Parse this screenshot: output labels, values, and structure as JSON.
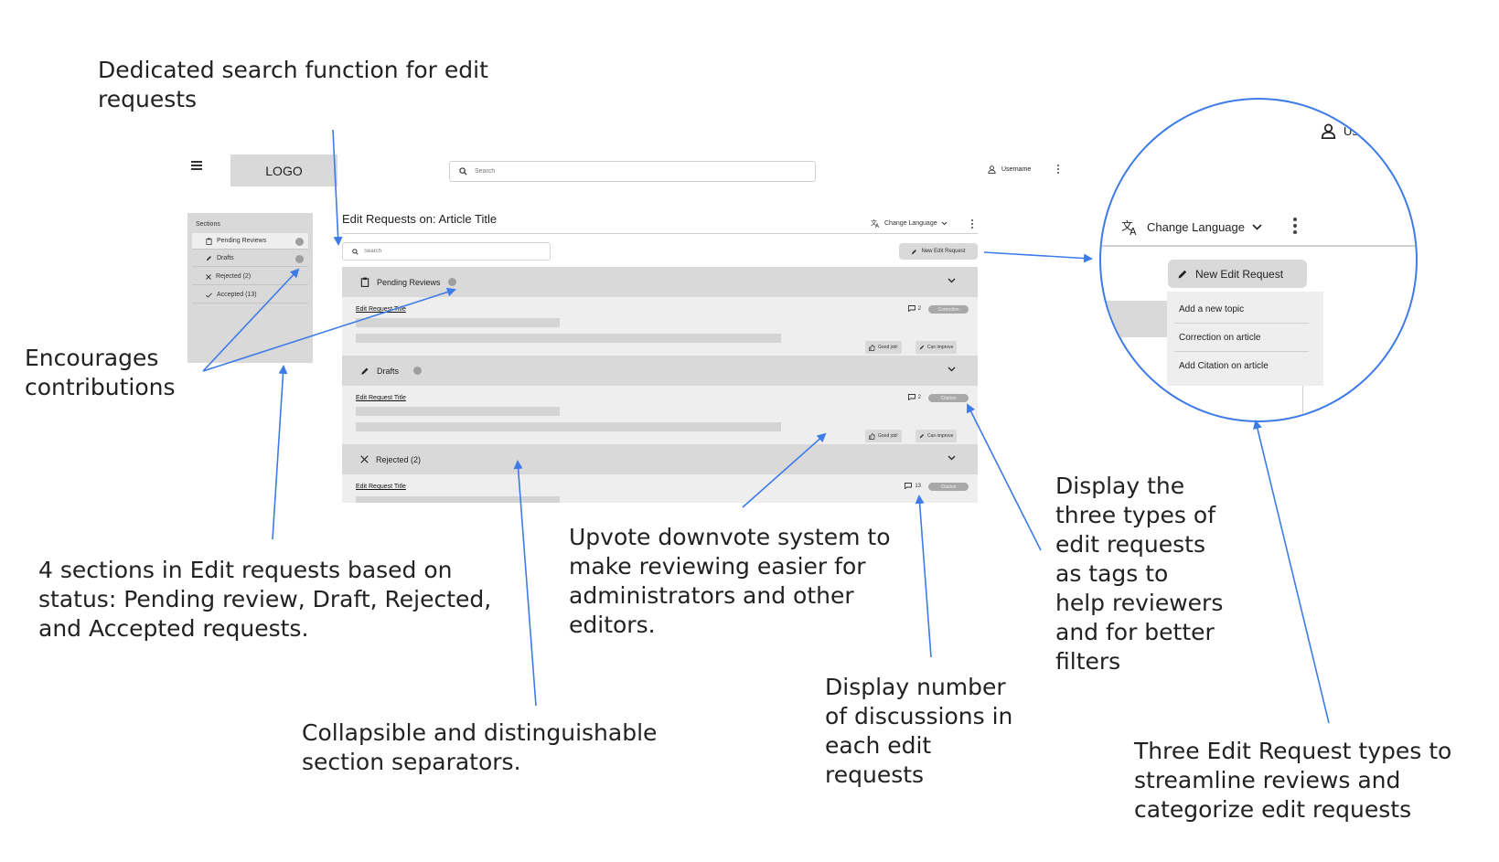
{
  "topbar": {
    "logo": "LOGO",
    "search_placeholder": "Search",
    "username": "Username"
  },
  "sidebar": {
    "title": "Sections",
    "items": [
      {
        "label": "Pending Reviews",
        "icon": "clipboard-icon"
      },
      {
        "label": "Drafts",
        "icon": "pencil-icon"
      },
      {
        "label": "Rejected (2)",
        "icon": "x-icon"
      },
      {
        "label": "Accepted (13)",
        "icon": "check-icon"
      }
    ]
  },
  "main": {
    "title": "Edit Requests on: Article Title",
    "change_language": "Change Language",
    "search_placeholder": "Search",
    "new_request": "New Edit Request",
    "sections": [
      {
        "label": "Pending Reviews",
        "request": {
          "title": "Edit Request Title",
          "discussions": "2",
          "tag": "Correction"
        }
      },
      {
        "label": "Drafts",
        "request": {
          "title": "Edit Request Title",
          "discussions": "2",
          "tag": "Citation"
        }
      },
      {
        "label": "Rejected (2)",
        "request": {
          "title": "Edit Request Title",
          "discussions": "13",
          "tag": "Citation"
        }
      }
    ],
    "vote_up": "Good job!",
    "vote_down": "Can improve"
  },
  "zoom": {
    "username_fragment": "Us",
    "change_language": "Change Language",
    "new_request": "New Edit Request",
    "menu": [
      "Add a new topic",
      "Correction on article",
      "Add Citation on article"
    ]
  },
  "annotations": {
    "search": "Dedicated search function for edit\nrequests",
    "encourage": "Encourages\ncontributions",
    "sections": "4 sections in Edit requests based on\nstatus: Pending review, Draft, Rejected,\nand Accepted requests.",
    "collapsible": "Collapsible and distinguishable\nsection separators.",
    "voting": "Upvote downvote system to\nmake reviewing easier for\nadministrators and other\neditors.",
    "discussions": "Display number\nof discussions in\neach edit\nrequests",
    "tags": "Display the\nthree types of\nedit requests\nas tags to\nhelp reviewers\nand for better\nfilters",
    "types": "Three Edit Request types to\nstreamline reviews and\ncategorize edit requests"
  },
  "colors": {
    "arrow": "#3d7be8",
    "panel_gray": "#d9d9d9",
    "row_bg": "#eeeeee"
  }
}
